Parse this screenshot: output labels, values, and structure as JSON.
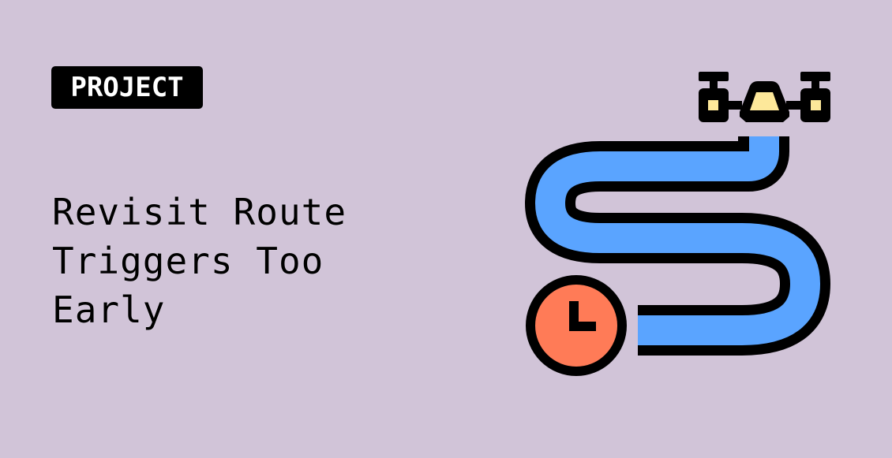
{
  "badge": {
    "label": "PROJECT"
  },
  "title": {
    "lines": [
      "Revisit Route",
      "Triggers Too",
      "Early"
    ]
  },
  "illustration": {
    "icons": [
      "drone-icon",
      "route-path-icon",
      "clock-icon"
    ],
    "colors": {
      "background": "#d1c4d8",
      "route": "#5aa4ff",
      "drone_body": "#fde89a",
      "clock_face": "#ff7b57",
      "outline": "#000000",
      "badge_bg": "#000000",
      "badge_text": "#ffffff"
    }
  }
}
